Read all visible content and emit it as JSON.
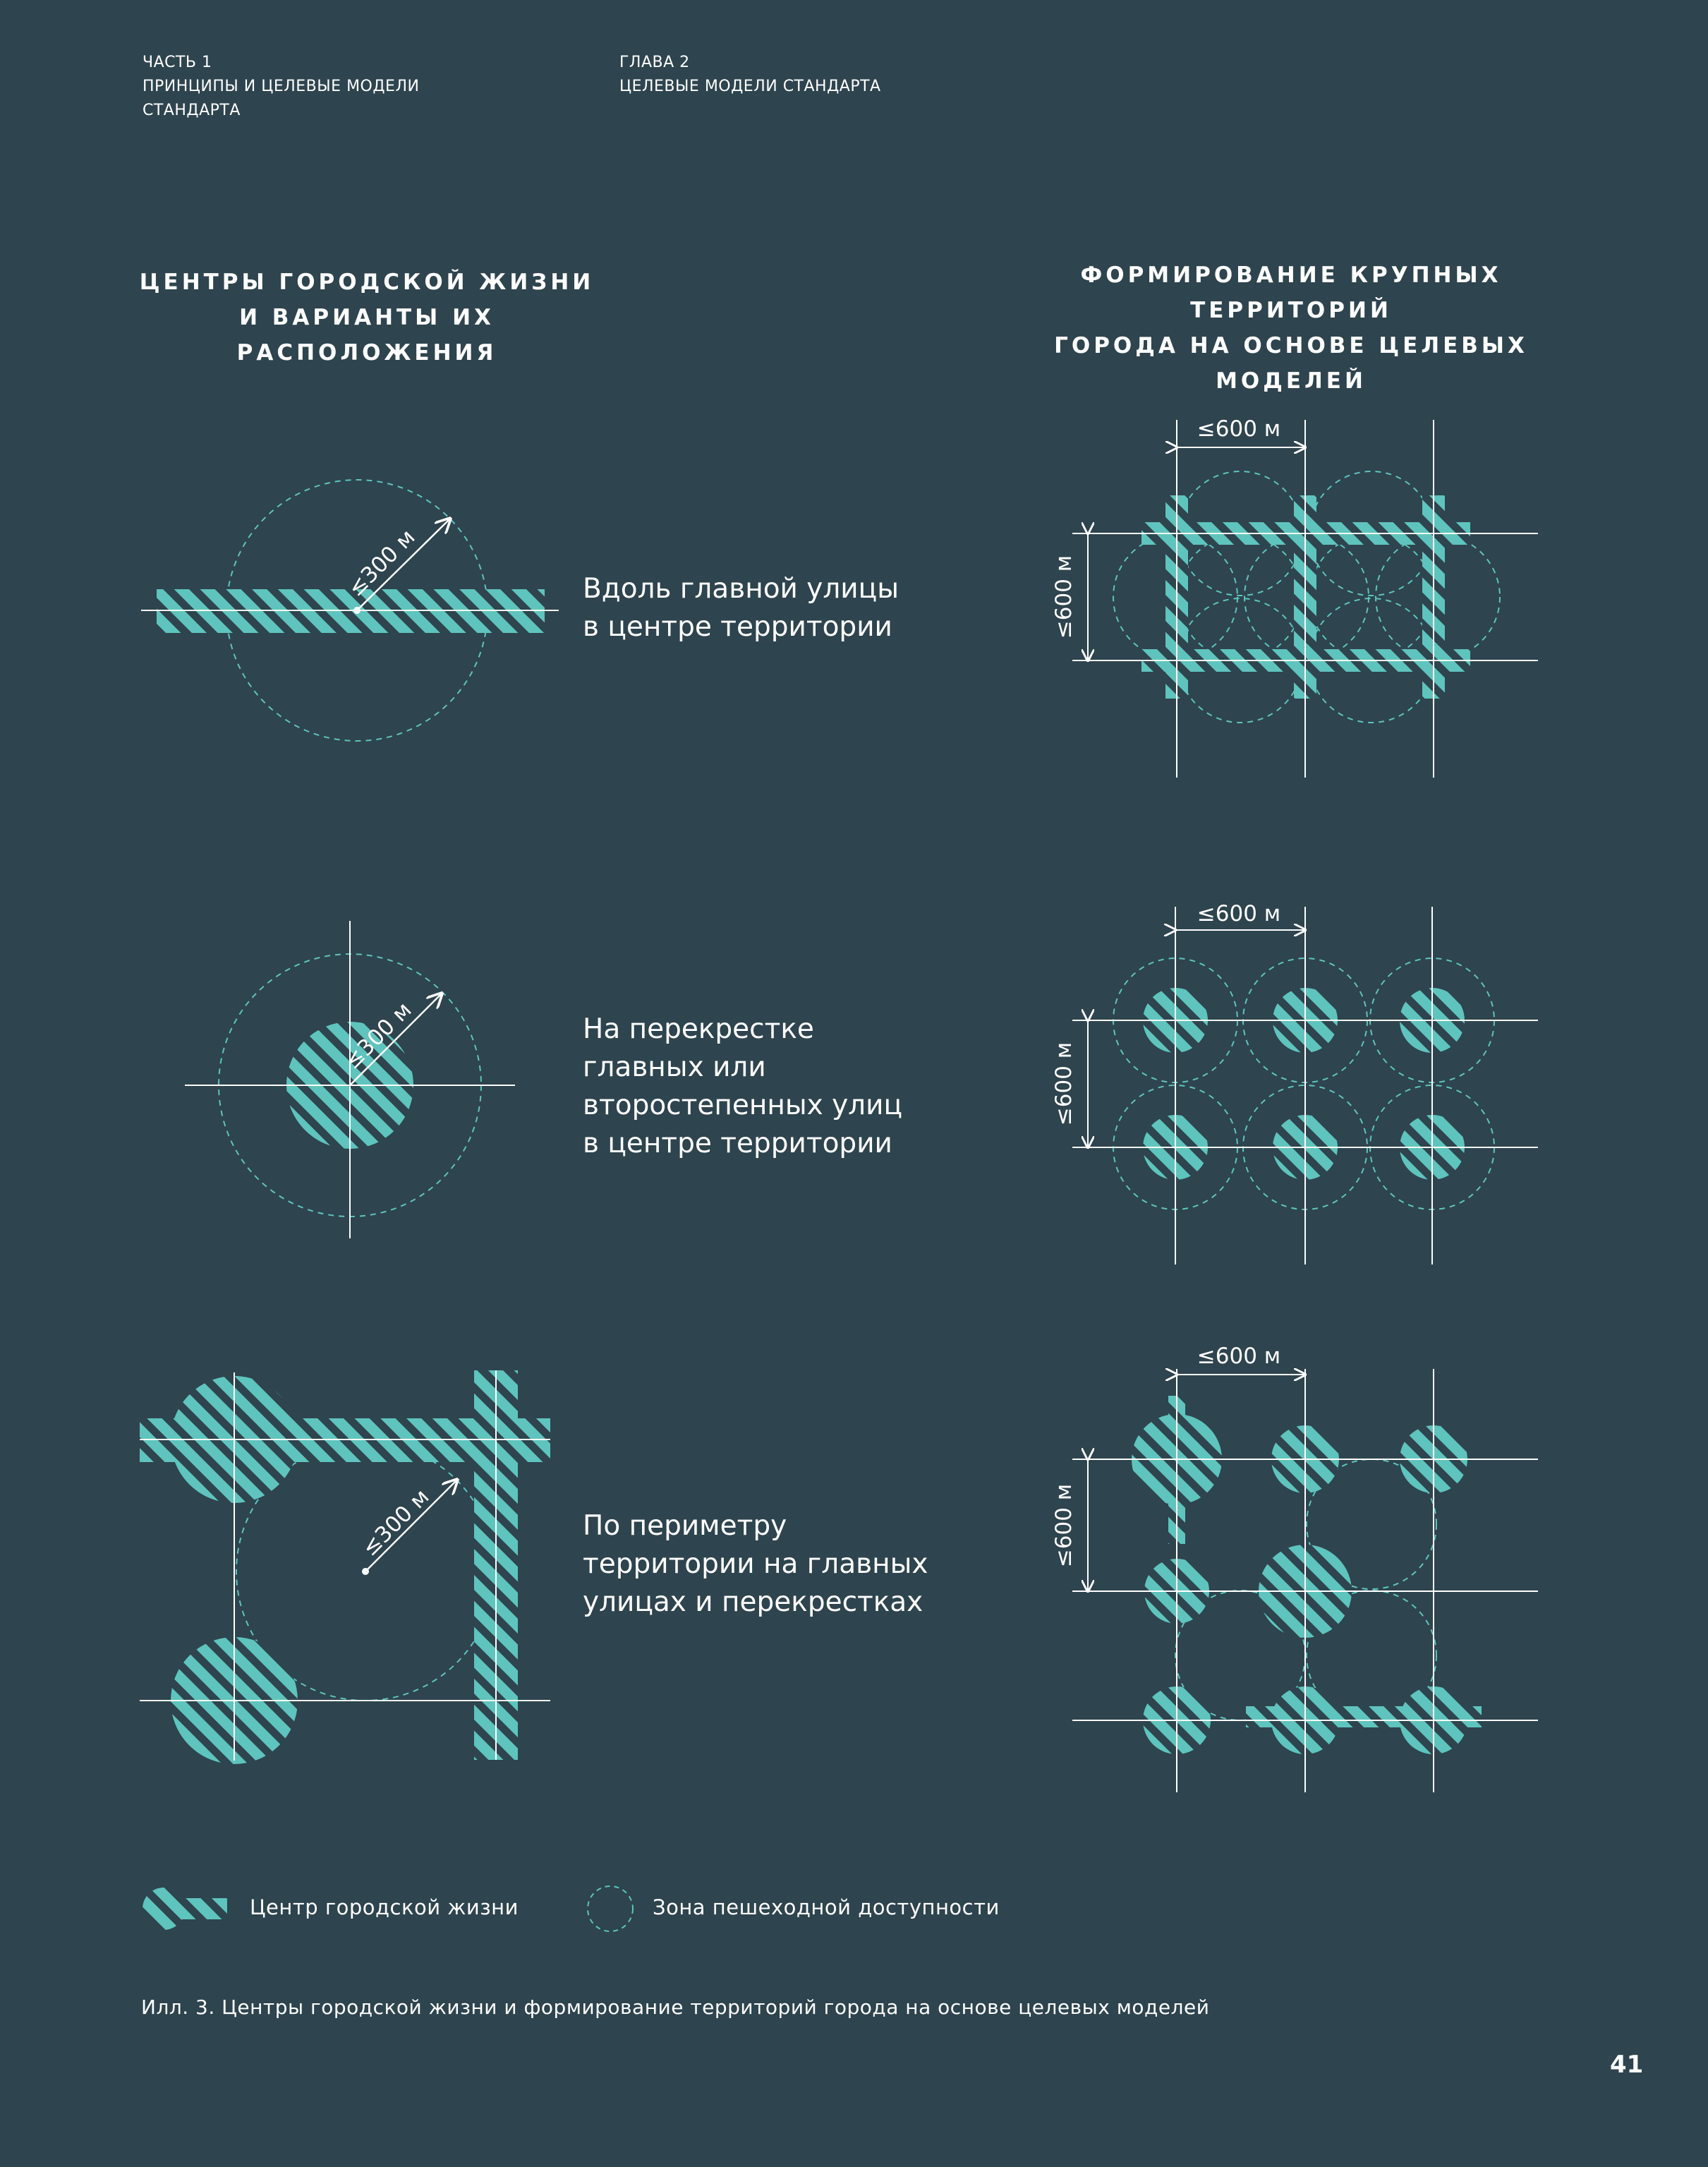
{
  "header": {
    "part": "ЧАСТЬ 1\nПРИНЦИПЫ И ЦЕЛЕВЫЕ МОДЕЛИ\nСТАНДАРТА",
    "chapter": "ГЛАВА 2\nЦЕЛЕВЫЕ МОДЕЛИ СТАНДАРТА"
  },
  "left_title": "ЦЕНТРЫ ГОРОДСКОЙ ЖИЗНИ\nИ ВАРИАНТЫ ИХ РАСПОЛОЖЕНИЯ",
  "right_title": "ФОРМИРОВАНИЕ КРУПНЫХ ТЕРРИТОРИЙ\nГОРОДА НА ОСНОВЕ ЦЕЛЕВЫХ МОДЕЛЕЙ",
  "variants": [
    {
      "text": "Вдоль главной улицы\nв центре территории",
      "radius_label": "≤300 м",
      "spacing_label": "≤600 м"
    },
    {
      "text": "На перекрестке\nглавных или\nвторостепенных улиц\nв центре территории",
      "radius_label": "≤300 м",
      "spacing_label": "≤600 м"
    },
    {
      "text": "По периметру\nтерритории на главных\nулицах и перекрестках",
      "radius_label": "≤300 м",
      "spacing_label": "≤600 м"
    }
  ],
  "legend": {
    "center": "Центр городской жизни",
    "walk_zone": "Зона пешеходной доступности"
  },
  "caption": "Илл. 3. Центры городской жизни и формирование территорий города на основе целевых моделей",
  "page_number": "41",
  "colors": {
    "background": "#2e444e",
    "teal": "#5ec4bd",
    "line": "#ffffff"
  }
}
